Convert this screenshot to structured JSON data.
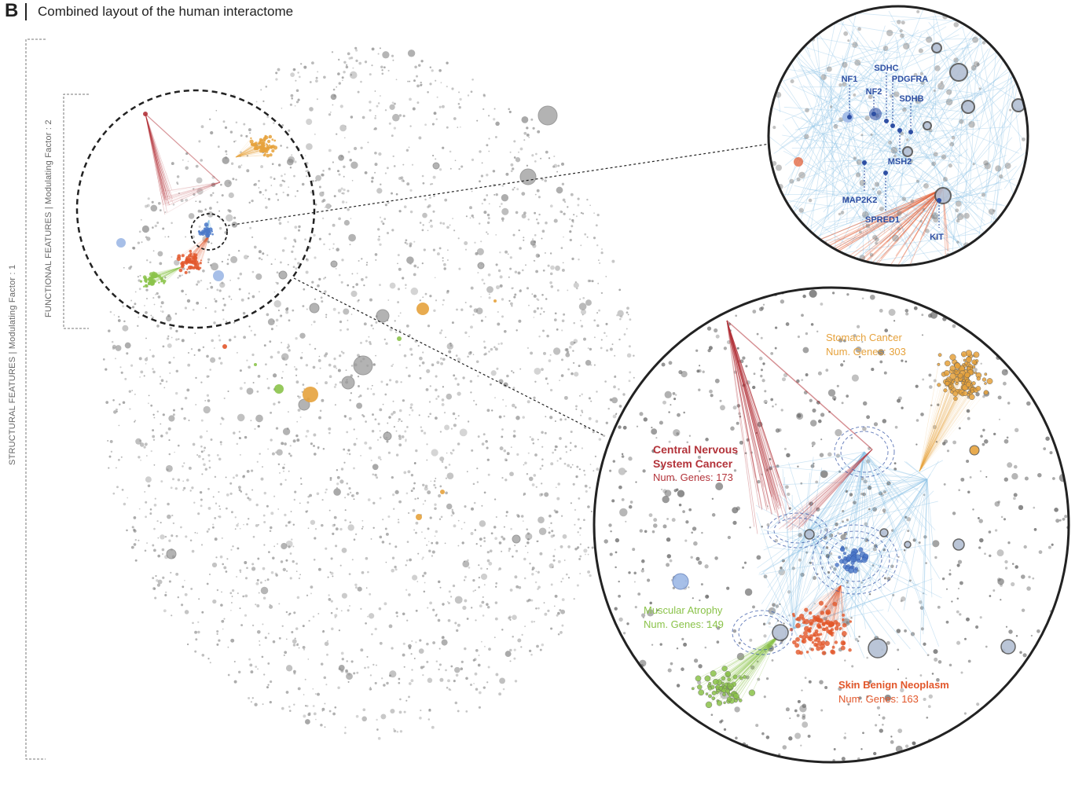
{
  "panel": {
    "letter": "B",
    "title": "Combined layout of the human interactome"
  },
  "axes": {
    "structural_label": "STRUCTURAL FEATURES  |  Modulating Factor : 1",
    "functional_label": "FUNCTIONAL FEATURES  |  Modulating Factor : 2"
  },
  "gene_zoom": {
    "genes": [
      "NF1",
      "NF2",
      "SDHC",
      "PDGFRA",
      "SDHB",
      "MSH2",
      "MAP2K2",
      "SPRED1",
      "KIT"
    ]
  },
  "disease_clusters": [
    {
      "key": "cns",
      "name_lines": [
        "Central Nervous",
        "System Cancer"
      ],
      "genes_label": "Num. Genes: 173",
      "gene_count": 173,
      "color": "#b3333a"
    },
    {
      "key": "stomach",
      "name_lines": [
        "Stomach Cancer"
      ],
      "genes_label": "Num. Genes: 303",
      "gene_count": 303,
      "color": "#e6a23c"
    },
    {
      "key": "muscular",
      "name_lines": [
        "Muscular Atrophy"
      ],
      "genes_label": "Num. Genes: 149",
      "gene_count": 149,
      "color": "#8bc34a"
    },
    {
      "key": "skin",
      "name_lines": [
        "Skin Benign Neoplasm"
      ],
      "genes_label": "Num. Genes: 163",
      "gene_count": 163,
      "color": "#e2572b"
    }
  ],
  "colors": {
    "background_nodes": "#8a8a8a",
    "edges_blue": "#8ec3e6",
    "gene_blue": "#2e4fa3",
    "cns_red": "#b3333a",
    "stomach_orange": "#e6a23c",
    "muscular_green": "#8bc34a",
    "skin_orange": "#e2572b"
  }
}
